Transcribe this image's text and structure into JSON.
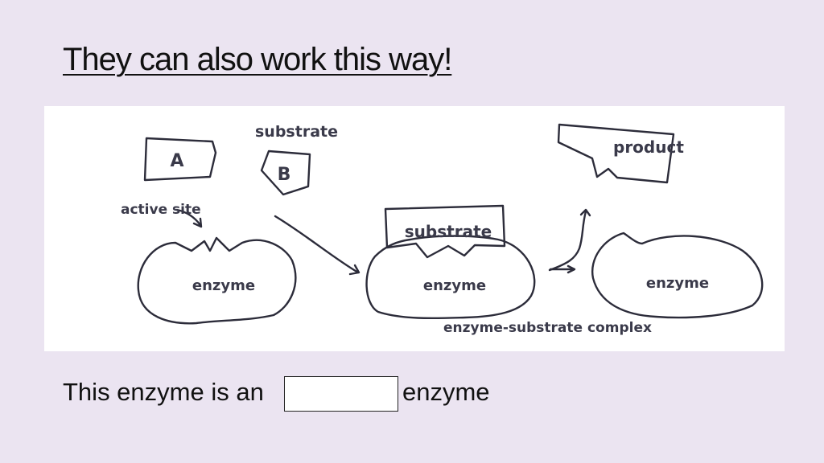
{
  "title": "They can also work this way!",
  "diagram": {
    "labels": {
      "substrate_top": "substrate",
      "letter_a": "A",
      "letter_b": "B",
      "active_site": "active site",
      "enzyme_1": "enzyme",
      "substrate_box": "substrate",
      "enzyme_2": "enzyme",
      "complex": "enzyme-substrate complex",
      "product": "product",
      "enzyme_3": "enzyme"
    }
  },
  "prompt": {
    "prefix": "This enzyme is an",
    "blank": "",
    "suffix": "enzyme"
  }
}
